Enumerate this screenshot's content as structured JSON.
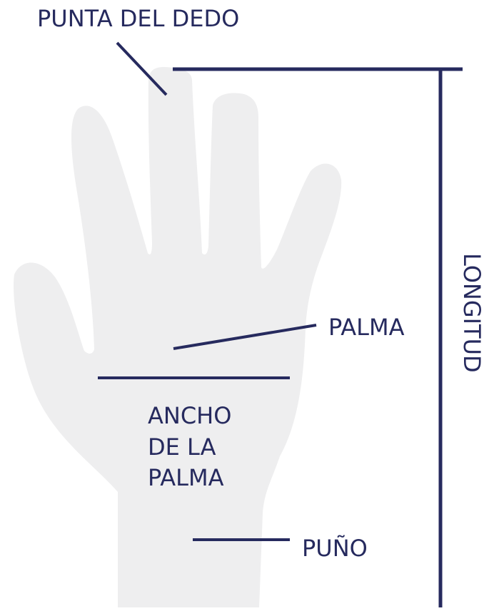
{
  "labels": {
    "fingertip": "PUNTA DEL DEDO",
    "palm": "PALMA",
    "palm_width_line1": "ANCHO",
    "palm_width_line2": "DE LA",
    "palm_width_line3": "PALMA",
    "wrist": "PUÑO",
    "length": "LONGITUD"
  },
  "colors": {
    "ink": "#262a5e",
    "hand": "#eeeeef",
    "background": "#ffffff"
  },
  "icons": {
    "hand": "hand-silhouette-icon"
  }
}
